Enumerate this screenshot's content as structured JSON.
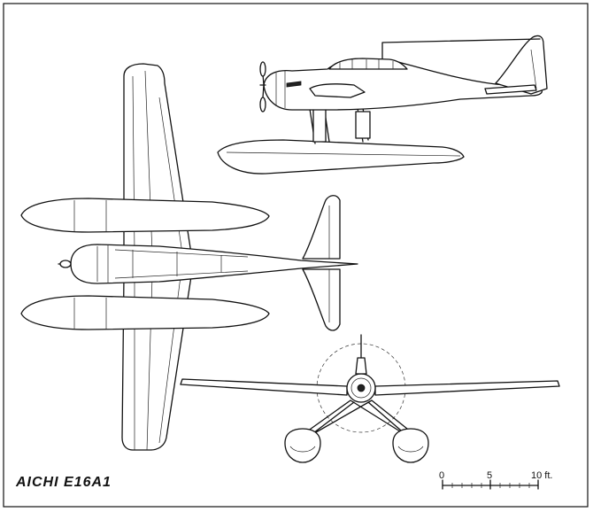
{
  "title": "AICHI E16A1",
  "scale_bar": {
    "labels": [
      "0",
      "5",
      "10 ft."
    ]
  },
  "views": [
    "side-view",
    "plan-view",
    "front-view"
  ]
}
